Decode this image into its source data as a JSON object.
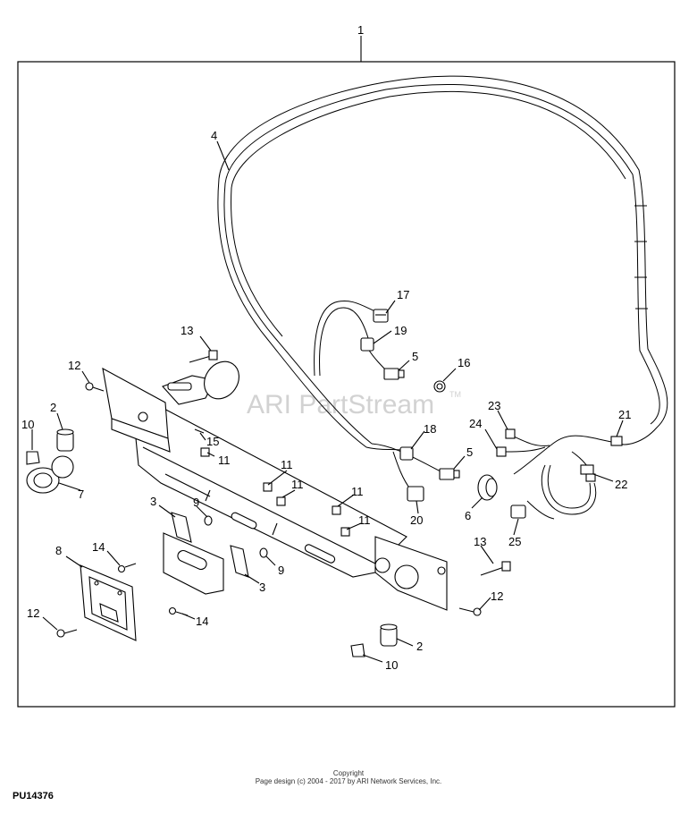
{
  "watermark": {
    "text": "ARI PartStream",
    "tm": "TM"
  },
  "footer": {
    "copyright_title": "Copyright",
    "copyright_line": "Page design (c) 2004 - 2017 by ARI Network Services, Inc."
  },
  "figure_code": "PU14376",
  "callouts": {
    "c1": "1",
    "c4": "4",
    "c17": "17",
    "c19": "19",
    "c5a": "5",
    "c16": "16",
    "c13a": "13",
    "c12a": "12",
    "c2a": "2",
    "c10a": "10",
    "c15": "15",
    "c11a": "11",
    "c7": "7",
    "c18": "18",
    "c5b": "5",
    "c20": "20",
    "c23": "23",
    "c24": "24",
    "c21": "21",
    "c22": "22",
    "c6": "6",
    "c25": "25",
    "c11b": "11",
    "c11c": "11",
    "c3a": "3",
    "c9a": "9",
    "c11d": "11",
    "c11e": "11",
    "c8": "8",
    "c14a": "14",
    "c9b": "9",
    "c3b": "3",
    "c13b": "13",
    "c12b": "12",
    "c12c": "12",
    "c14b": "14",
    "c2b": "2",
    "c10b": "10"
  }
}
